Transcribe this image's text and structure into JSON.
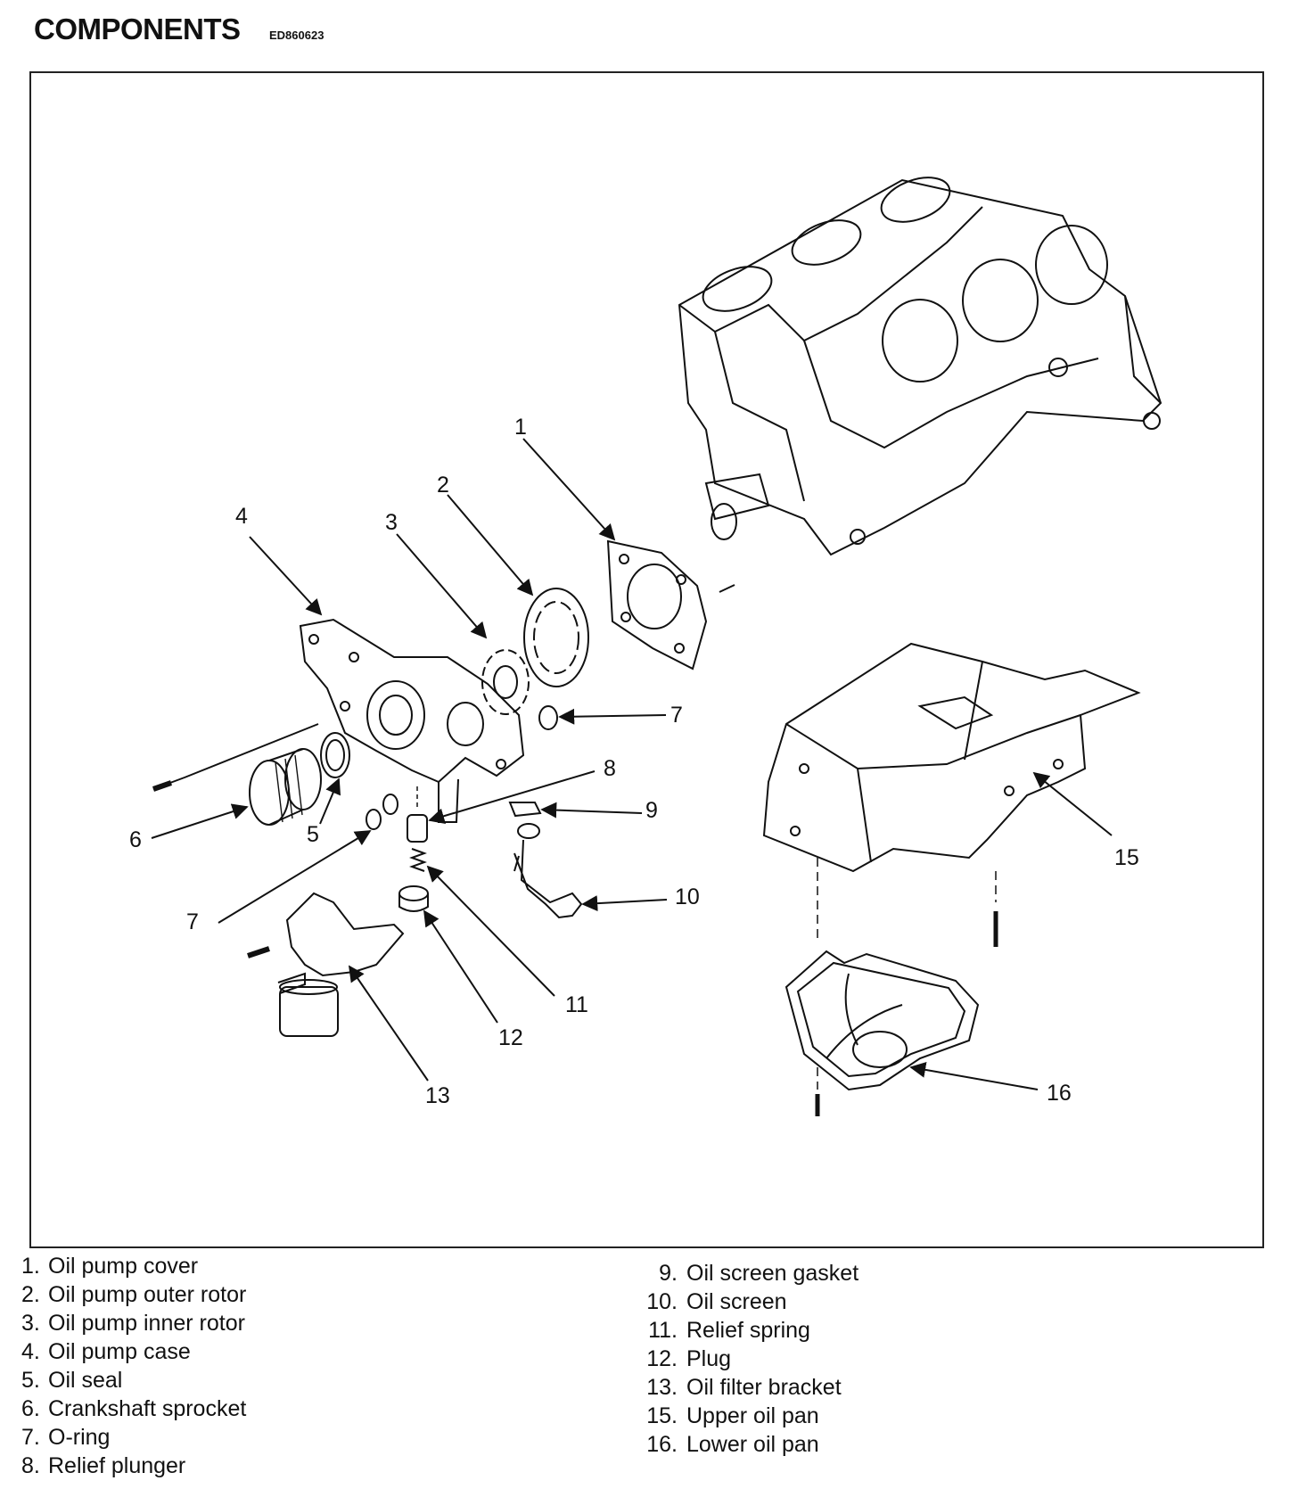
{
  "header": {
    "title": "COMPONENTS",
    "code": "ED860623"
  },
  "callouts": [
    "1",
    "2",
    "3",
    "4",
    "5",
    "6",
    "7",
    "7",
    "8",
    "9",
    "10",
    "11",
    "12",
    "13",
    "15",
    "16"
  ],
  "legend_left": [
    {
      "num": "1.",
      "label": "Oil pump cover"
    },
    {
      "num": "2.",
      "label": "Oil pump outer rotor"
    },
    {
      "num": "3.",
      "label": "Oil pump inner rotor"
    },
    {
      "num": "4.",
      "label": "Oil pump case"
    },
    {
      "num": "5.",
      "label": "Oil seal"
    },
    {
      "num": "6.",
      "label": "Crankshaft sprocket"
    },
    {
      "num": "7.",
      "label": "O-ring"
    },
    {
      "num": "8.",
      "label": "Relief plunger"
    }
  ],
  "legend_right": [
    {
      "num": "9.",
      "label": "Oil screen gasket"
    },
    {
      "num": "10.",
      "label": "Oil screen"
    },
    {
      "num": "11.",
      "label": "Relief spring"
    },
    {
      "num": "12.",
      "label": "Plug"
    },
    {
      "num": "13.",
      "label": "Oil filter bracket"
    },
    {
      "num": "15.",
      "label": "Upper oil pan"
    },
    {
      "num": "16.",
      "label": "Lower oil pan"
    }
  ]
}
